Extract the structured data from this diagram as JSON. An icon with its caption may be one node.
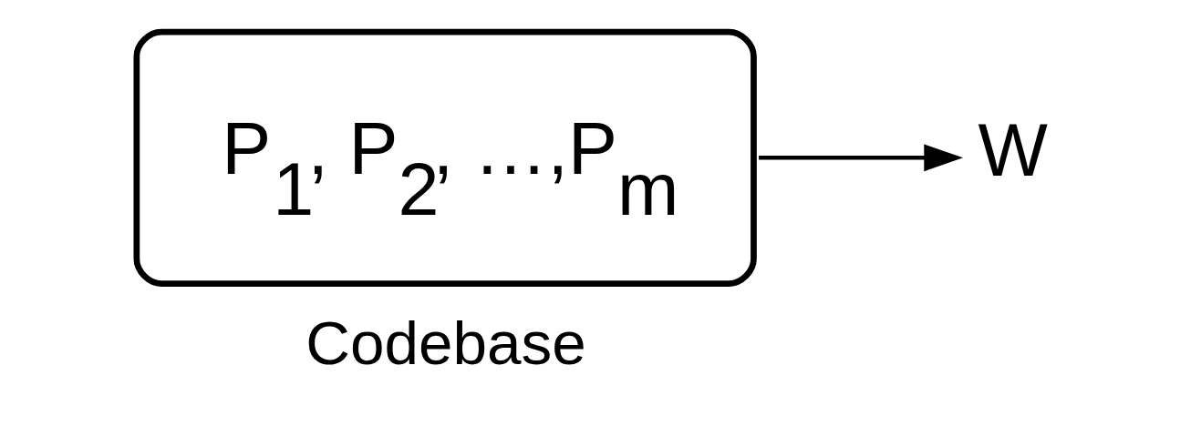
{
  "diagram": {
    "nodes": [
      {
        "text": [
          "P$_{1}$, P$_{2}$, …,P$_{m}$"
        ],
        "beside": [
          "Codebase"
        ]
      },
      {
        "text": [
          "W"
        ]
      }
    ],
    "edges": [
      {
        "from": 0,
        "to": 1,
        "arrow": "to"
      }
    ]
  }
}
